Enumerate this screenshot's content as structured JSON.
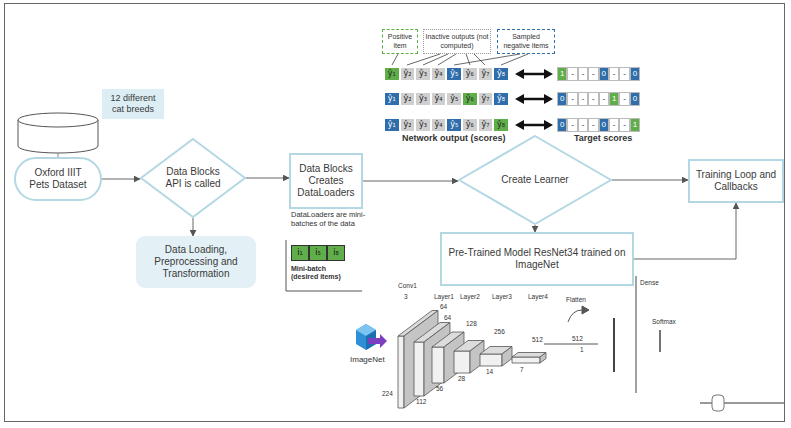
{
  "diagram": {
    "nodes": [
      {
        "text": [
          "12 different cat breeds"
        ]
      },
      {
        "text": [
          "Oxford IIIT Pets Dataset"
        ]
      },
      {
        "text": [
          "Data Blocks API is called"
        ]
      },
      {
        "text": [
          "Data Loading, Preprocessing and Transformation"
        ]
      },
      {
        "text": [
          "Data Blocks Creates DataLoaders"
        ]
      },
      {
        "text": [
          "Create Learner"
        ]
      },
      {
        "text": [
          "Training Loop and Callbacks"
        ]
      },
      {
        "text": [
          "Pre-Trained Model ResNet34 trained on ImageNet"
        ]
      }
    ],
    "edges": [
      {
        "from": 1,
        "to": 2,
        "arrow": "to"
      },
      {
        "from": 2,
        "to": 3,
        "arrow": "to"
      },
      {
        "from": 2,
        "to": 4,
        "arrow": "to"
      },
      {
        "from": 4,
        "to": 5,
        "arrow": "to"
      },
      {
        "from": 5,
        "to": 7,
        "arrow": "to"
      },
      {
        "from": 5,
        "to": 6,
        "arrow": "to"
      },
      {
        "from": 7,
        "to": 6,
        "arrow": "to"
      }
    ],
    "labels": [
      "Positive item",
      "Inactive outputs (not computed)",
      "Sampled negative items",
      "ŷ₁",
      "ŷ₂",
      "ŷ₃",
      "ŷ₄",
      "ŷ₅",
      "ŷ₆",
      "ŷ₇",
      "ŷ₈",
      "ŷ₁",
      "ŷ₂",
      "ŷ₃",
      "ŷ₄",
      "ŷ₅",
      "ŷ₆",
      "ŷ₇",
      "ŷ₈",
      "ŷ₁",
      "ŷ₂",
      "ŷ₃",
      "ŷ₄",
      "ŷ₅",
      "ŷ₆",
      "ŷ₇",
      "ŷ₈",
      "1",
      "-",
      "-",
      "-",
      "0",
      "-",
      "-",
      "0",
      "0",
      "-",
      "-",
      "-",
      "-",
      "1",
      "-",
      "0",
      "0",
      "-",
      "-",
      "-",
      "0",
      "-",
      "-",
      "1",
      "Network output (scores)",
      "Target scores",
      "DataLoaders are mini-batches of the data",
      "i₁",
      "i₅",
      "i₈",
      "Mini-batch (desired items)",
      "Conv1",
      "3",
      "64",
      "Layer1",
      "Layer2",
      "64",
      "128",
      "Layer3",
      "256",
      "Layer4",
      "512",
      "Flatten",
      "512",
      "1",
      "224",
      "112",
      "56",
      "28",
      "14",
      "7",
      "Dense",
      "Softmax",
      "ImageNet"
    ]
  }
}
